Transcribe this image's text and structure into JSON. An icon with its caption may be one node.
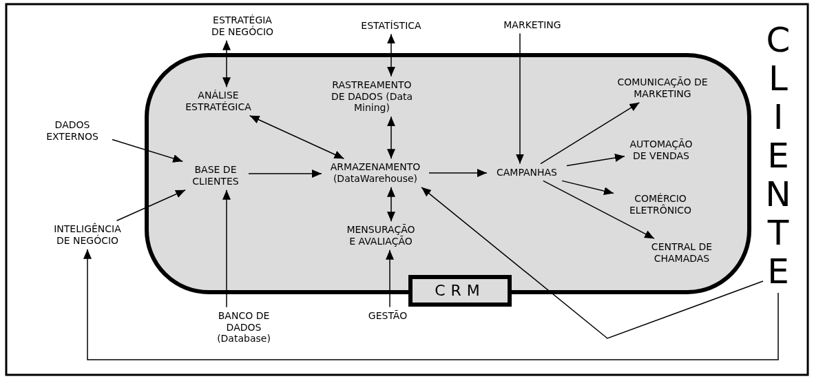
{
  "diagram": {
    "nodes": [
      {
        "text": [
          "CRM"
        ]
      },
      {
        "text": [
          "ESTRATÉGIA DE NEGÓCIO"
        ]
      },
      {
        "text": [
          "ESTATÍSTICA"
        ]
      },
      {
        "text": [
          "MARKETING"
        ]
      },
      {
        "text": [
          "ANÁLISE ESTRATÉGICA"
        ],
        "in": 0
      },
      {
        "text": [
          "RASTREAMENTO DE DADOS (Data Mining)"
        ],
        "in": 0
      },
      {
        "text": [
          "COMUNICAÇÃO DE MARKETING"
        ],
        "in": 0
      },
      {
        "text": [
          "DADOS EXTERNOS"
        ]
      },
      {
        "text": [
          "BASE DE CLIENTES"
        ],
        "in": 0
      },
      {
        "text": [
          "ARMAZENAMENTO (DataWarehouse)"
        ],
        "in": 0
      },
      {
        "text": [
          "CAMPANHAS"
        ],
        "in": 0
      },
      {
        "text": [
          "AUTOMAÇÃO DE VENDAS"
        ],
        "in": 0
      },
      {
        "text": [
          "COMÉRCIO ELETRÔNICO"
        ],
        "in": 0
      },
      {
        "text": [
          "INTELIGÊNCIA DE NEGÓCIO"
        ]
      },
      {
        "text": [
          "MENSURAÇÃO E AVALIAÇÃO"
        ],
        "in": 0
      },
      {
        "text": [
          "CENTRAL DE CHAMADAS"
        ],
        "in": 0
      },
      {
        "text": [
          "BANCO DE DADOS (Database)"
        ]
      },
      {
        "text": [
          "GESTÃO"
        ]
      },
      {
        "text": [
          "CLIENTE"
        ]
      }
    ],
    "edges": [
      {
        "from": 1,
        "to": 4,
        "arrow": "both"
      },
      {
        "from": 2,
        "to": 5,
        "arrow": "both"
      },
      {
        "from": 3,
        "to": 10,
        "arrow": "to"
      },
      {
        "from": 4,
        "to": 9,
        "arrow": "both"
      },
      {
        "from": 5,
        "to": 9,
        "arrow": "both"
      },
      {
        "from": 7,
        "to": 8,
        "arrow": "to"
      },
      {
        "from": 13,
        "to": 8,
        "arrow": "to"
      },
      {
        "from": 8,
        "to": 9,
        "arrow": "to"
      },
      {
        "from": 9,
        "to": 10,
        "arrow": "to"
      },
      {
        "from": 10,
        "to": 6,
        "arrow": "to"
      },
      {
        "from": 10,
        "to": 11,
        "arrow": "to"
      },
      {
        "from": 10,
        "to": 12,
        "arrow": "to"
      },
      {
        "from": 10,
        "to": 15,
        "arrow": "to"
      },
      {
        "from": 9,
        "to": 14,
        "arrow": "both"
      },
      {
        "from": 16,
        "to": 8,
        "arrow": "to"
      },
      {
        "from": 17,
        "to": 14,
        "arrow": "to"
      },
      {
        "from": 18,
        "to": 9,
        "arrow": "to"
      },
      {
        "from": 18,
        "to": 13,
        "arrow": "to"
      }
    ]
  }
}
